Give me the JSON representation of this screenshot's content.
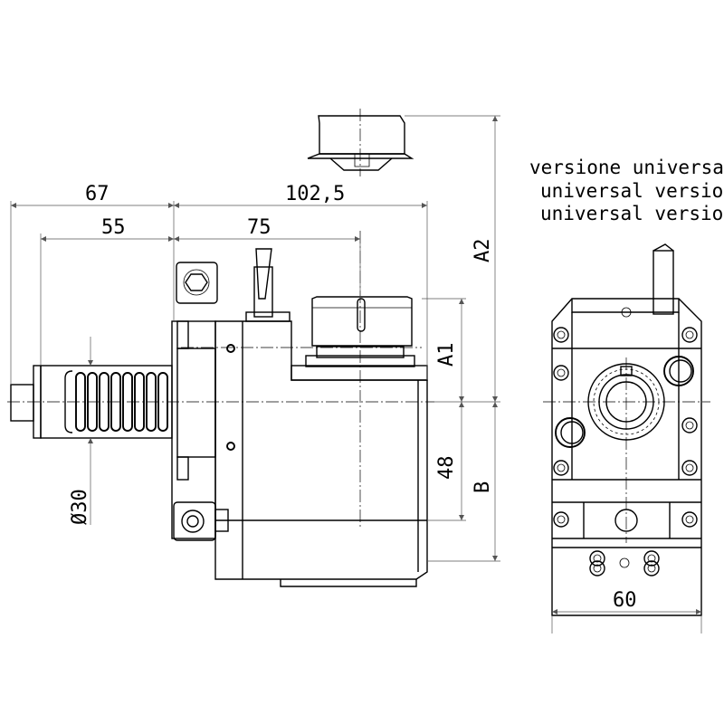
{
  "note": {
    "line1": "versione universale",
    "line2": "universal version",
    "line3": "universal version"
  },
  "dimensions": {
    "d67": "67",
    "d102_5": "102,5",
    "d55": "55",
    "d75": "75",
    "a1": "A1",
    "a2": "A2",
    "d48": "48",
    "b": "B",
    "dia30": "Ø30",
    "d60": "60"
  }
}
